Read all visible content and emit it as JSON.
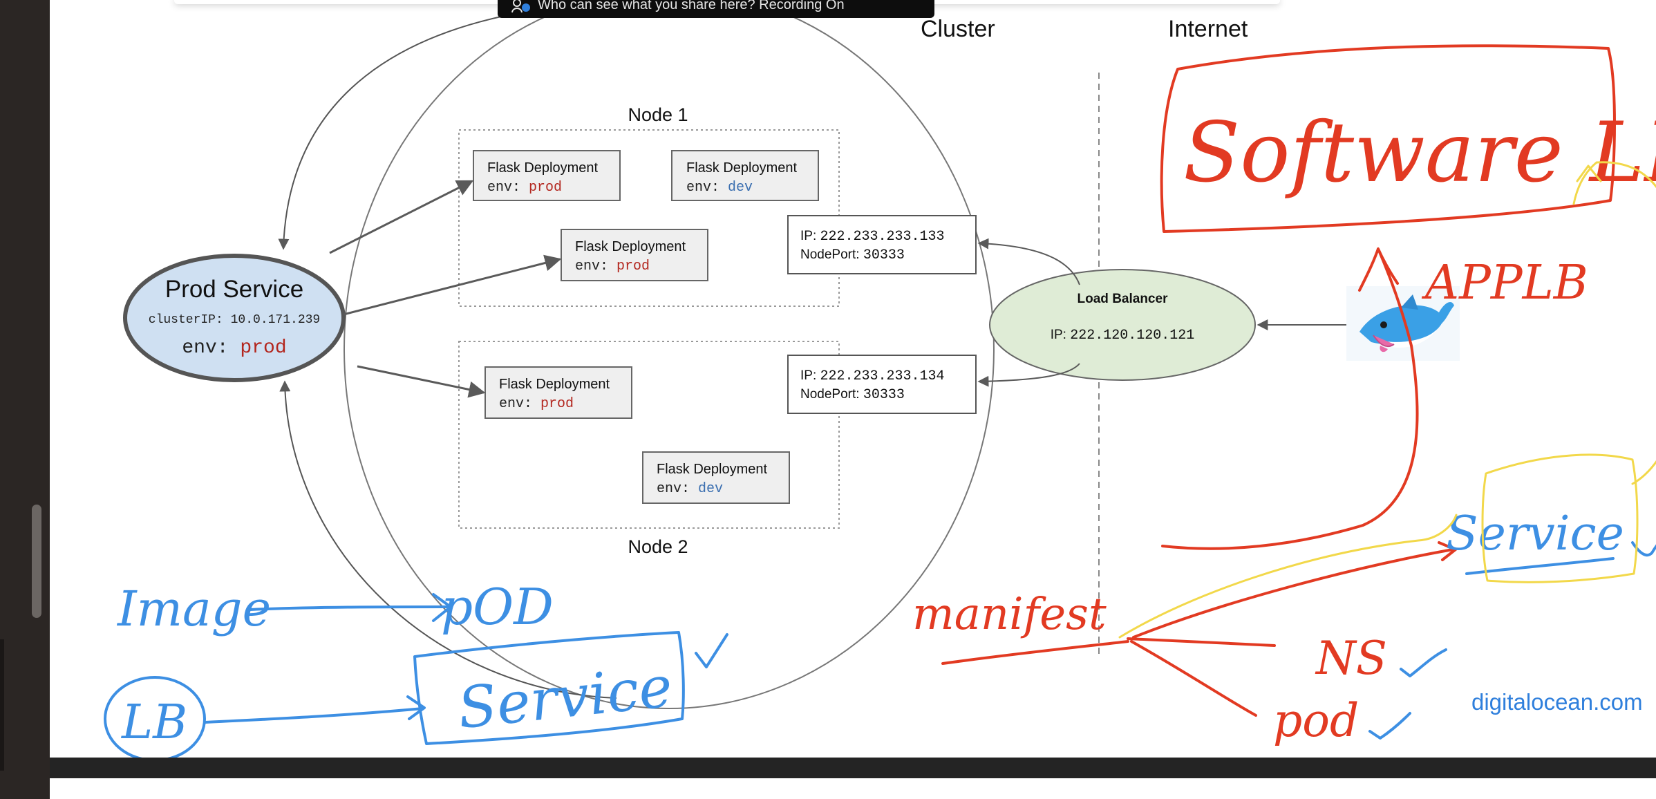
{
  "banner": {
    "icon": "share-recording-icon",
    "text": "Who can see what you share here? Recording On"
  },
  "zones": {
    "cluster": "Cluster",
    "internet": "Internet"
  },
  "nodes": {
    "node1": "Node 1",
    "node2": "Node 2"
  },
  "service": {
    "title": "Prod Service",
    "cluster_ip_key": "clusterIP:",
    "cluster_ip": "10.0.171.239",
    "env_key": "env:",
    "env": "prod"
  },
  "deployments": [
    {
      "title": "Flask Deployment",
      "env_key": "env:",
      "env": "prod"
    },
    {
      "title": "Flask Deployment",
      "env_key": "env:",
      "env": "dev"
    },
    {
      "title": "Flask Deployment",
      "env_key": "env:",
      "env": "prod"
    },
    {
      "title": "Flask Deployment",
      "env_key": "env:",
      "env": "prod"
    },
    {
      "title": "Flask Deployment",
      "env_key": "env:",
      "env": "dev"
    }
  ],
  "node_ports": [
    {
      "ip_key": "IP:",
      "ip": "222.233.233.133",
      "port_key": "NodePort:",
      "port": "30333"
    },
    {
      "ip_key": "IP:",
      "ip": "222.233.233.134",
      "port_key": "NodePort:",
      "port": "30333"
    }
  ],
  "load_balancer": {
    "title": "Load Balancer",
    "ip_key": "IP:",
    "ip": "222.120.120.121"
  },
  "handwriting": {
    "software_lb": "Software LB",
    "app_lb": "APPLB",
    "image": "Image",
    "pod": "pOD",
    "service_left": "Service",
    "lb": "LB",
    "manifest": "manifest",
    "ns": "NS",
    "pod_right": "pod",
    "service_right": "Service"
  },
  "credit": "digitalocean.com",
  "colors": {
    "prod": "#b3261e",
    "dev": "#3b6fb0",
    "service_fill": "#cfe0f2",
    "lb_fill": "#dfecd6",
    "deployment_fill": "#efefef",
    "ink_red": "#e23a22",
    "ink_blue": "#3d8fe3",
    "ink_yellow": "#f2d84a",
    "credit": "#2f7fdc"
  }
}
